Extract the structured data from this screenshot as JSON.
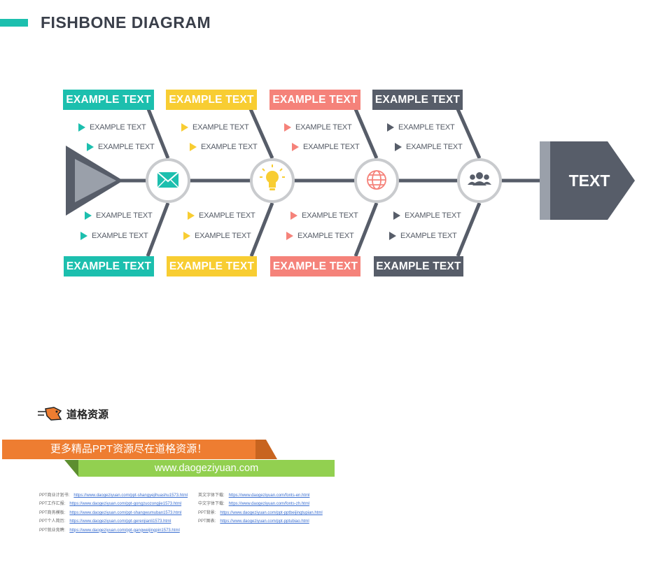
{
  "title": "FISHBONE DIAGRAM",
  "head_label": "TEXT",
  "colors": {
    "teal": "#1cbfae",
    "yellow": "#f8cd32",
    "coral": "#f5827a",
    "slate": "#575d69"
  },
  "top_labels": [
    "EXAMPLE TEXT",
    "EXAMPLE TEXT",
    "EXAMPLE TEXT",
    "EXAMPLE TEXT"
  ],
  "bottom_labels": [
    "EXAMPLE TEXT",
    "EXAMPLE TEXT",
    "EXAMPLE TEXT",
    "EXAMPLE TEXT"
  ],
  "top_items": [
    [
      "EXAMPLE TEXT",
      "EXAMPLE TEXT"
    ],
    [
      "EXAMPLE TEXT",
      "EXAMPLE TEXT"
    ],
    [
      "EXAMPLE TEXT",
      "EXAMPLE TEXT"
    ],
    [
      "EXAMPLE TEXT",
      "EXAMPLE TEXT"
    ]
  ],
  "bottom_items": [
    [
      "EXAMPLE TEXT",
      "EXAMPLE TEXT"
    ],
    [
      "EXAMPLE TEXT",
      "EXAMPLE TEXT"
    ],
    [
      "EXAMPLE TEXT",
      "EXAMPLE TEXT"
    ],
    [
      "EXAMPLE TEXT",
      "EXAMPLE TEXT"
    ]
  ],
  "node_icons": [
    "mail-icon",
    "lightbulb-icon",
    "globe-icon",
    "people-icon"
  ],
  "footer": {
    "logo_text": "道格资源",
    "banner_text": "更多精品PPT资源尽在道格资源！",
    "site_url": "www.daogeziyuan.com",
    "links_left": [
      {
        "label": "PPT商业计划书:",
        "url": "https://www.daogeziyuan.com/ppt-shangyejihuashu1573.html"
      },
      {
        "label": "PPT工作汇报:",
        "url": "https://www.daogeziyuan.com/ppt-gongzuozongjie1573.html"
      },
      {
        "label": "PPT商务模板:",
        "url": "https://www.daogeziyuan.com/ppt-shangwumuban1573.html"
      },
      {
        "label": "PPT个人简历:",
        "url": "https://www.daogeziyuan.com/ppt-gerenjianli1573.html"
      },
      {
        "label": "PPT就业竞聘:",
        "url": "https://www.daogeziyuan.com/ppt-gangweijingpin1573.html"
      }
    ],
    "links_right": [
      {
        "label": "英文字体下载:",
        "url": "https://www.daogeziyuan.com/fonts-en.html"
      },
      {
        "label": "中文字体下载:",
        "url": "https://www.daogeziyuan.com/fonts-zh.html"
      },
      {
        "label": "PPT背景:",
        "url": "https://www.daogeziyuan.com/ppt-pptbeijingtupian.html"
      },
      {
        "label": "PPT图表:",
        "url": "https://www.daogeziyuan.com/ppt-pptubiao.html"
      }
    ]
  }
}
